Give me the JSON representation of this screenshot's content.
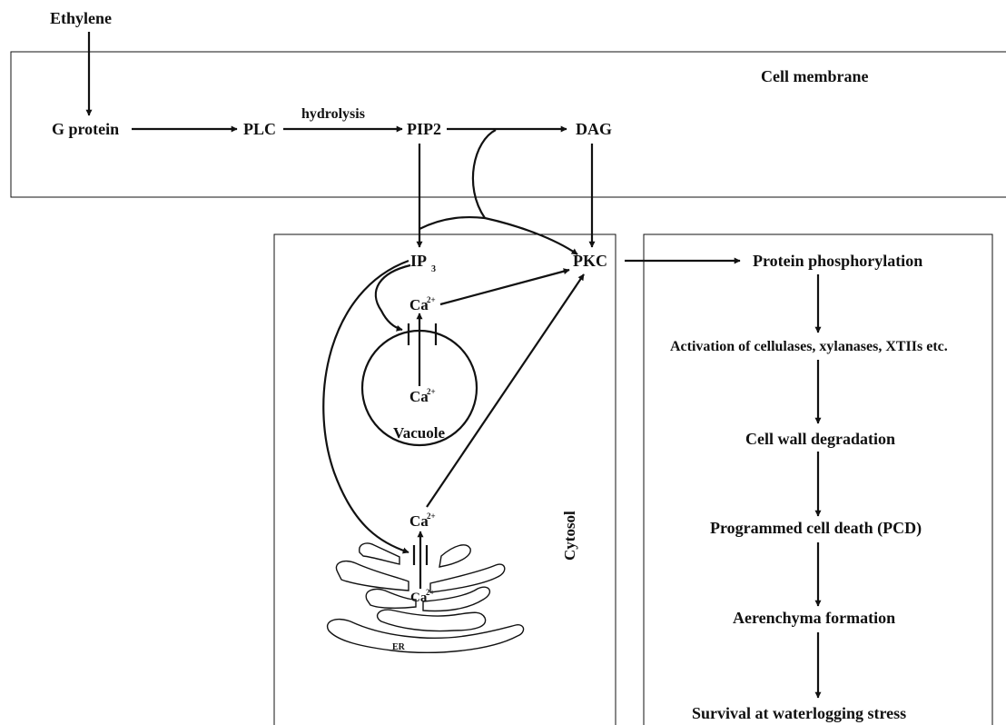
{
  "labels": {
    "ethylene": "Ethylene",
    "cell_membrane": "Cell membrane",
    "g_protein": "G protein",
    "plc": "PLC",
    "hydrolysis": "hydrolysis",
    "pip2": "PIP2",
    "dag": "DAG",
    "ip3_main": "IP",
    "ip3_sub": "3",
    "pkc": "PKC",
    "ca": "Ca",
    "ca_sup": "2+",
    "vacuole": "Vacuole",
    "er": "ER",
    "cytosol": "Cytosol",
    "protein_phosphorylation": "Protein phosphorylation",
    "activation": "Activation of cellulases, xylanases, XTIIs etc.",
    "cell_wall_degradation": "Cell wall degradation",
    "pcd": "Programmed cell death (PCD)",
    "aerenchyma": "Aerenchyma formation",
    "survival": "Survival at waterlogging stress"
  }
}
